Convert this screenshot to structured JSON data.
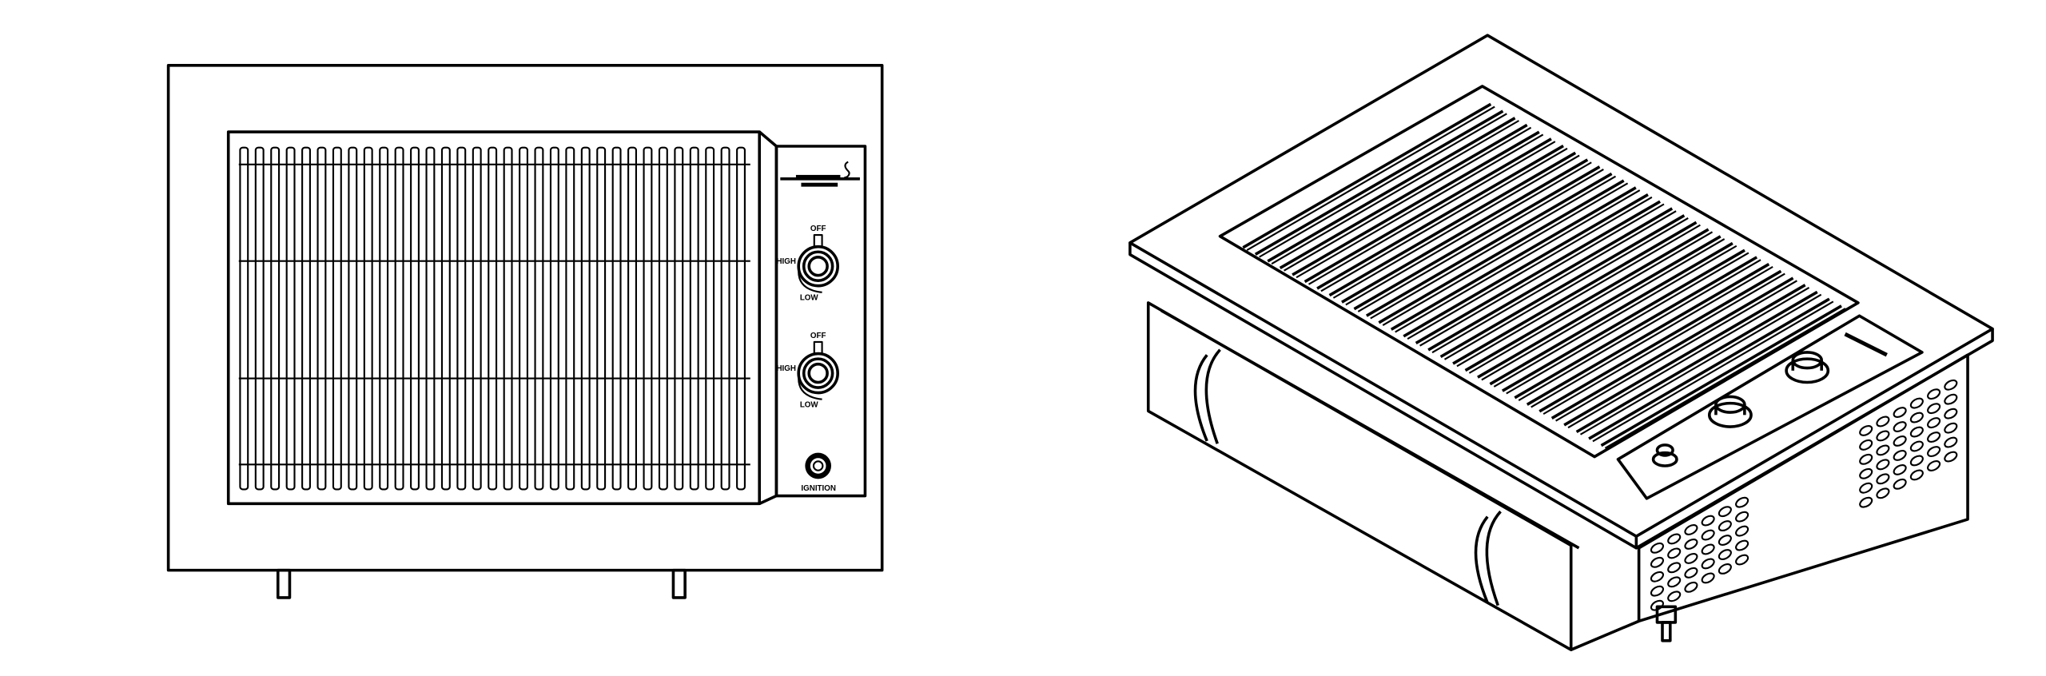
{
  "front_view": {
    "knobs": [
      {
        "off_label": "OFF",
        "high_label": "HIGH",
        "low_label": "LOW"
      },
      {
        "off_label": "OFF",
        "high_label": "HIGH",
        "low_label": "LOW"
      }
    ],
    "ignition_label": "IGNITION"
  },
  "colors": {
    "line": "#000000",
    "background": "#ffffff"
  }
}
